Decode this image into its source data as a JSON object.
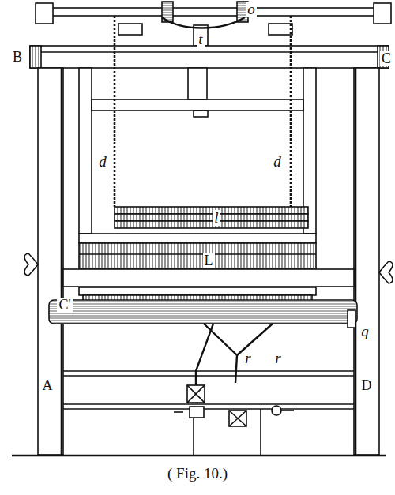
{
  "diagram": {
    "caption": "( Fig. 10.)",
    "labels": [
      "o",
      "t",
      "B",
      "C",
      "d",
      "d",
      "l",
      "L",
      "C'",
      "q",
      "r",
      "r",
      "A",
      "D"
    ]
  }
}
